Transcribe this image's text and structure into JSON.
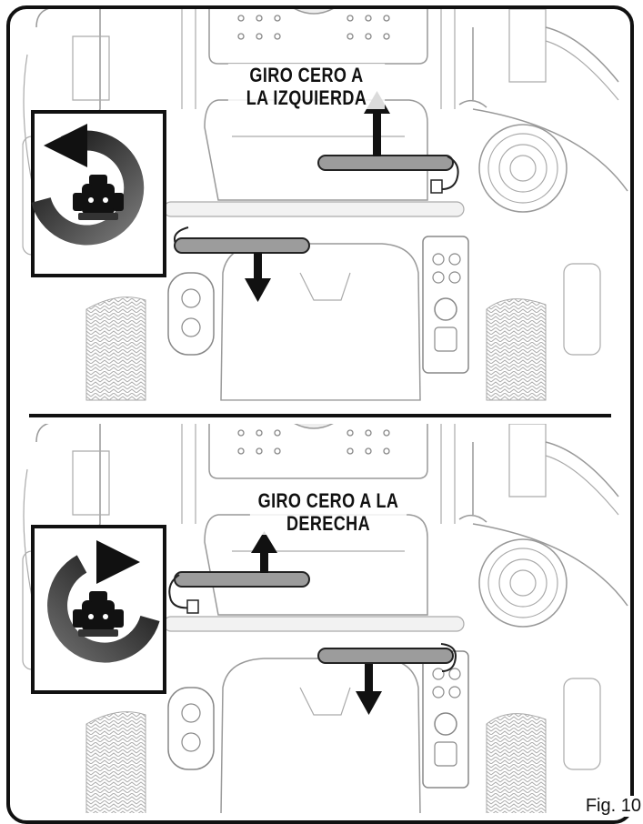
{
  "panels": [
    {
      "label_line1": "GIRO CERO A",
      "label_line2": "LA IZQUIERDA",
      "direction": "left"
    },
    {
      "label_line1": "GIRO CERO A LA",
      "label_line2": "DERECHA",
      "direction": "right"
    }
  ],
  "figure_label": "Fig. 10",
  "colors": {
    "line": "#111111",
    "drawing": "#8a8a8a",
    "handle": "#9a9a9a",
    "background": "#ffffff"
  }
}
